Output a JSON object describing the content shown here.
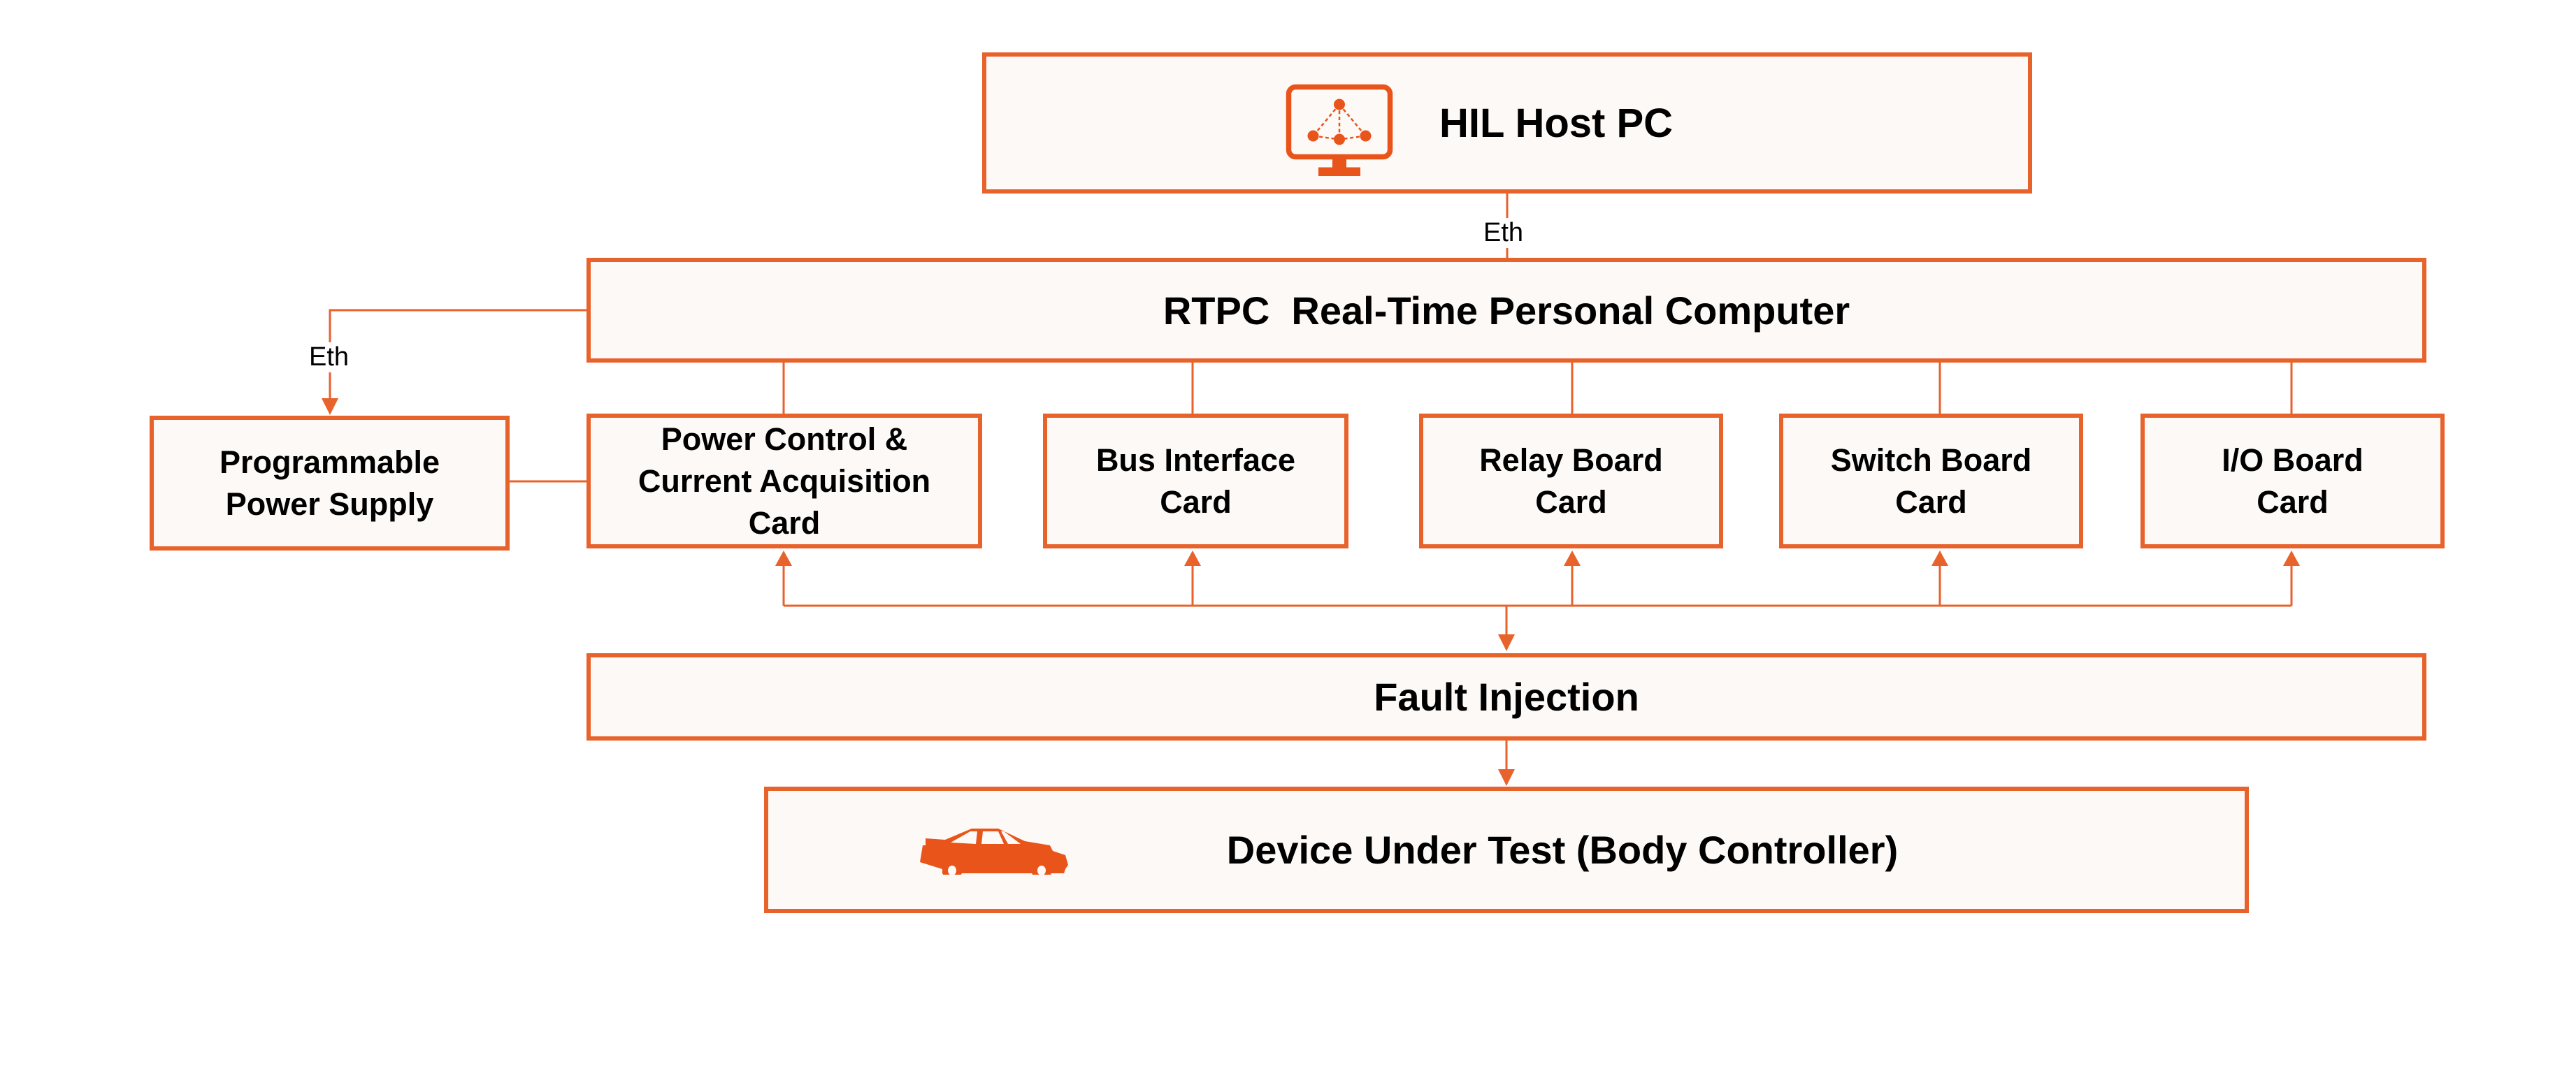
{
  "colors": {
    "accent": "#E8622C",
    "box_fill": "#FDF9F6"
  },
  "host": {
    "title": "HIL Host PC",
    "icon": "monitor-network-icon"
  },
  "host_link_label": "Eth",
  "rtpc": {
    "title": "RTPC  Real-Time Personal Computer"
  },
  "psu_link_label": "Eth",
  "psu": {
    "line1": "Programmable",
    "line2": "Power Supply"
  },
  "cards": [
    {
      "line1": "Power Control &",
      "line2": "Current Acquisition",
      "line3": "Card"
    },
    {
      "line1": "Bus Interface",
      "line2": "Card"
    },
    {
      "line1": "Relay Board",
      "line2": "Card"
    },
    {
      "line1": "Switch Board",
      "line2": "Card"
    },
    {
      "line1": "I/O Board",
      "line2": "Card"
    }
  ],
  "fault": {
    "title": "Fault Injection"
  },
  "dut": {
    "title": "Device Under Test (Body Controller)",
    "icon": "car-icon"
  }
}
